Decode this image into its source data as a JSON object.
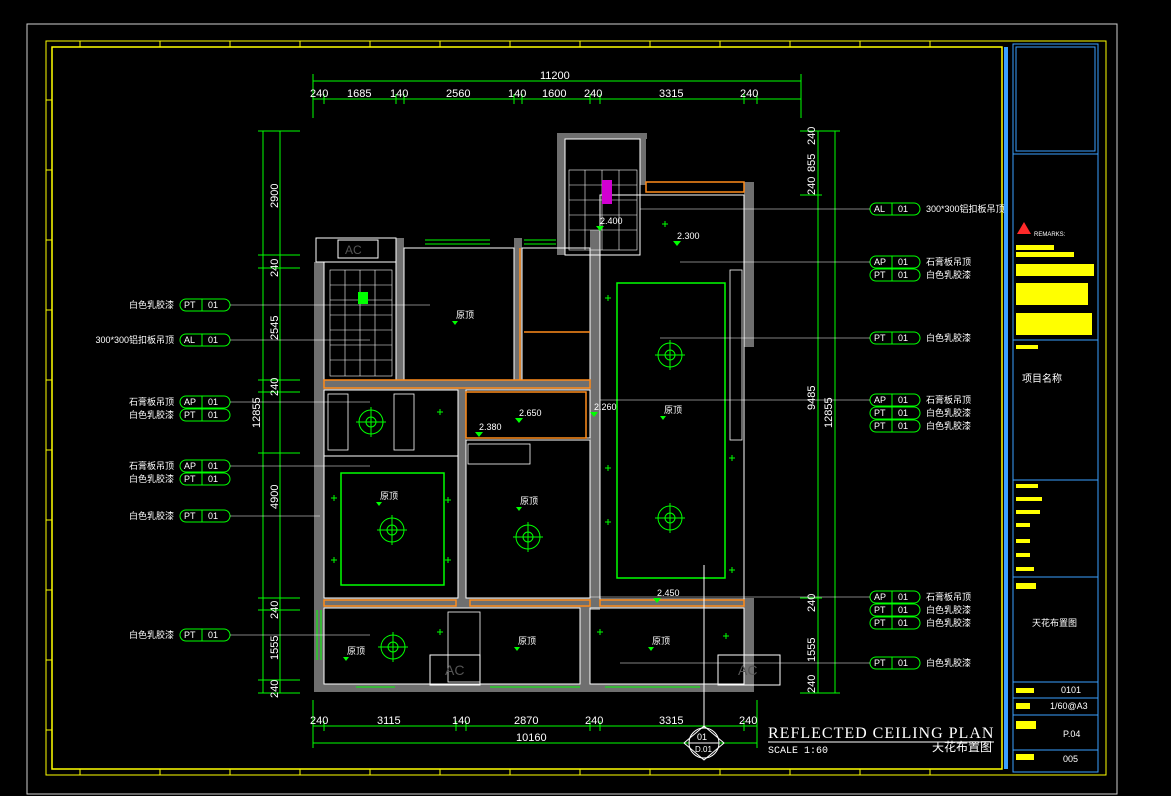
{
  "drawing": {
    "title_en": "REFLECTED CEILING PLAN",
    "title_cn": "天花布置图",
    "scale": "SCALE  1:60",
    "callout_top": "01",
    "callout_bottom": "D.01"
  },
  "dimensions": {
    "top_total": "11200",
    "top_segments": [
      "240",
      "1685",
      "140",
      "2560",
      "140",
      "1600",
      "240",
      "3315",
      "240"
    ],
    "bottom_total": "10160",
    "bottom_segments": [
      "240",
      "3115",
      "140",
      "2870",
      "240",
      "3315",
      "240"
    ],
    "left_segments": [
      "2900",
      "240",
      "2545",
      "240",
      "4900",
      "240",
      "1555",
      "240"
    ],
    "left_total": "12855",
    "right_segments": [
      "240",
      "855",
      "240"
    ],
    "right_middle": "9485",
    "right_total": "12855",
    "right_bottom": "1555"
  },
  "left_tags": [
    {
      "lines": [
        {
          "text": "白色乳胶漆",
          "code": "PT",
          "num": "01"
        }
      ]
    },
    {
      "lines": [
        {
          "text": "300*300铝扣板吊顶",
          "code": "AL",
          "num": "01"
        }
      ]
    },
    {
      "lines": [
        {
          "text": "石膏板吊顶",
          "code": "AP",
          "num": "01"
        },
        {
          "text": "白色乳胶漆",
          "code": "PT",
          "num": "01"
        }
      ]
    },
    {
      "lines": [
        {
          "text": "石膏板吊顶",
          "code": "AP",
          "num": "01"
        },
        {
          "text": "白色乳胶漆",
          "code": "PT",
          "num": "01"
        }
      ]
    },
    {
      "lines": [
        {
          "text": "白色乳胶漆",
          "code": "PT",
          "num": "01"
        }
      ]
    },
    {
      "lines": [
        {
          "text": "白色乳胶漆",
          "code": "PT",
          "num": "01"
        }
      ]
    }
  ],
  "right_tags": [
    {
      "lines": [
        {
          "text": "300*300铝扣板吊顶",
          "code": "AL",
          "num": "01"
        }
      ]
    },
    {
      "lines": [
        {
          "text": "石膏板吊顶",
          "code": "AP",
          "num": "01"
        },
        {
          "text": "白色乳胶漆",
          "code": "PT",
          "num": "01"
        }
      ]
    },
    {
      "lines": [
        {
          "text": "白色乳胶漆",
          "code": "PT",
          "num": "01"
        }
      ]
    },
    {
      "lines": [
        {
          "text": "石膏板吊顶",
          "code": "AP",
          "num": "01"
        },
        {
          "text": "白色乳胶漆",
          "code": "PT",
          "num": "01"
        },
        {
          "text": "白色乳胶漆",
          "code": "PT",
          "num": "01"
        }
      ]
    },
    {
      "lines": [
        {
          "text": "石膏板吊顶",
          "code": "AP",
          "num": "01"
        },
        {
          "text": "白色乳胶漆",
          "code": "PT",
          "num": "01"
        },
        {
          "text": "白色乳胶漆",
          "code": "PT",
          "num": "01"
        }
      ]
    },
    {
      "lines": [
        {
          "text": "白色乳胶漆",
          "code": "PT",
          "num": "01"
        }
      ]
    }
  ],
  "elevations": [
    "2.400",
    "2.300",
    "2.650",
    "2.260",
    "2.380",
    "2.450"
  ],
  "room_labels": {
    "ceiling": "原顶",
    "ac": "AC"
  },
  "title_block": {
    "remarks_heading": "REMARKS:",
    "project_name": "项目名称",
    "drawing_name": "天花布置图",
    "drawing_no": "0101",
    "scale": "1/60@A3",
    "page": "P.04",
    "sheet": "005"
  },
  "colors": {
    "background": "#000000",
    "frame": "#ffff00",
    "dimension": "#00ff00",
    "wall": "#6f6f6f",
    "warning": "#ff2a2a",
    "titleblock": "#3aa0ff"
  }
}
